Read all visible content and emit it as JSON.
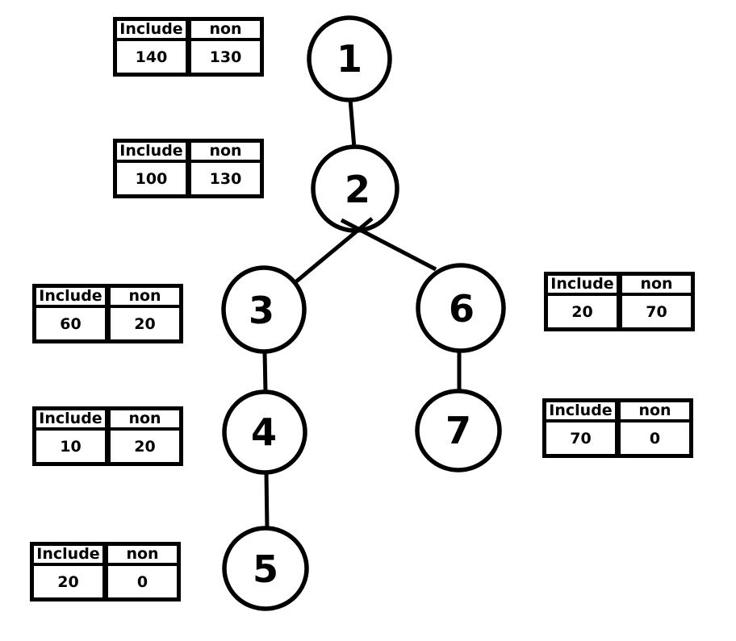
{
  "diagram": {
    "type": "binary-tree-with-count-tables",
    "colors": {
      "stroke": "#000000",
      "text": "#000000",
      "background": "#ffffff",
      "node_fill": "#ffffff"
    }
  },
  "tree": {
    "nodes": [
      {
        "id": "1",
        "label": "1"
      },
      {
        "id": "2",
        "label": "2"
      },
      {
        "id": "3",
        "label": "3"
      },
      {
        "id": "4",
        "label": "4"
      },
      {
        "id": "5",
        "label": "5"
      },
      {
        "id": "6",
        "label": "6"
      },
      {
        "id": "7",
        "label": "7"
      }
    ],
    "edges": [
      {
        "from": "1",
        "to": "2"
      },
      {
        "from": "2",
        "to": "3"
      },
      {
        "from": "2",
        "to": "6"
      },
      {
        "from": "3",
        "to": "4"
      },
      {
        "from": "4",
        "to": "5"
      },
      {
        "from": "6",
        "to": "7"
      }
    ]
  },
  "tables": [
    {
      "for_node": "1",
      "headers": [
        "Include",
        "non"
      ],
      "values": [
        "140",
        "130"
      ]
    },
    {
      "for_node": "2",
      "headers": [
        "Include",
        "non"
      ],
      "values": [
        "100",
        "130"
      ]
    },
    {
      "for_node": "3",
      "headers": [
        "Include",
        "non"
      ],
      "values": [
        "60",
        "20"
      ]
    },
    {
      "for_node": "4",
      "headers": [
        "Include",
        "non"
      ],
      "values": [
        "10",
        "20"
      ]
    },
    {
      "for_node": "5",
      "headers": [
        "Include",
        "non"
      ],
      "values": [
        "20",
        "0"
      ]
    },
    {
      "for_node": "6",
      "headers": [
        "Include",
        "non"
      ],
      "values": [
        "20",
        "70"
      ]
    },
    {
      "for_node": "7",
      "headers": [
        "Include",
        "non"
      ],
      "values": [
        "70",
        "0"
      ]
    }
  ]
}
